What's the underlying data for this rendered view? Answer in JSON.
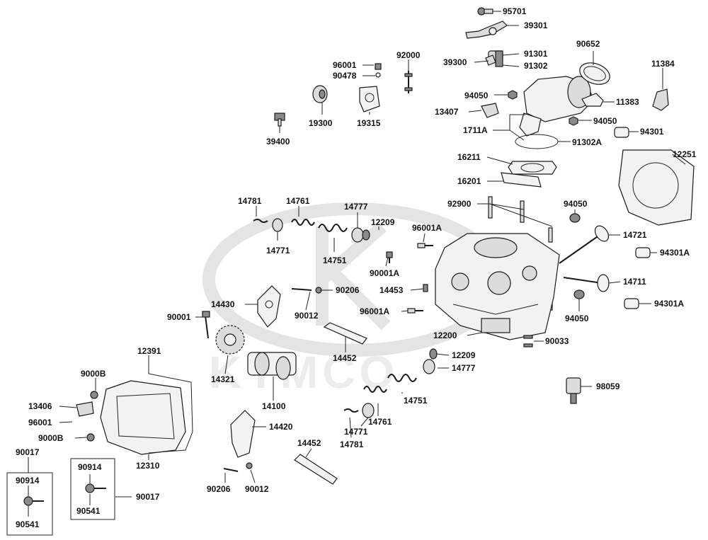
{
  "watermark": {
    "brand": "KYMCO"
  },
  "labels": {
    "p95701": "95701",
    "p39301": "39301",
    "p91301": "91301",
    "p39300": "39300",
    "p91302": "91302",
    "p90652": "90652",
    "p96001a": "96001",
    "p90478": "90478",
    "p92000": "92000",
    "p11384": "11384",
    "p94050a": "94050",
    "p11383": "11383",
    "p13407": "13407",
    "p94050b": "94050",
    "p19300": "19300",
    "p19315": "19315",
    "p39400": "39400",
    "p1711a": "1711A",
    "p94301a": "94301",
    "p91302a": "91302A",
    "p12251": "12251",
    "p16211": "16211",
    "p16201": "16201",
    "p14781a": "14781",
    "p14761a": "14761",
    "p14777a": "14777",
    "p12209a": "12209",
    "p96001aa": "96001A",
    "p92900": "92900",
    "p94050c": "94050",
    "p14771a": "14771",
    "p14751a": "14751",
    "p90001aa": "90001A",
    "p14721": "14721",
    "p94301ab": "94301A",
    "p90206a": "90206",
    "p14453": "14453",
    "p14711": "14711",
    "p14430": "14430",
    "p90012a": "90012",
    "p96001ab": "96001A",
    "p94050d": "94050",
    "p94301ac": "94301A",
    "p90001": "90001",
    "p12200": "12200",
    "p90033": "90033",
    "p12391": "12391",
    "p14452a": "14452",
    "p12209b": "12209",
    "p14777b": "14777",
    "p9000b_a": "9000B",
    "p14321": "14321",
    "p14751b": "14751",
    "p98059": "98059",
    "p14100": "14100",
    "p13406": "13406",
    "p14761b": "14761",
    "p96001c": "96001",
    "p14420": "14420",
    "p14771b": "14771",
    "p9000b_b": "9000B",
    "p14781b": "14781",
    "p14452b": "14452",
    "p90017a": "90017",
    "p90914a": "90914",
    "p90914b": "90914",
    "p12310": "12310",
    "p90017b": "90017",
    "p90206b": "90206",
    "p90012b": "90012",
    "p90541a": "90541",
    "p90541b": "90541"
  }
}
